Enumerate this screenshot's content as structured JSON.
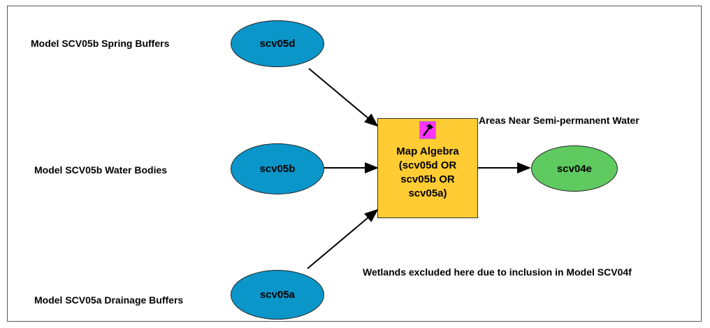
{
  "colors": {
    "input": "#0b96c9",
    "output": "#5fca5f",
    "tool": "#ffcc33",
    "tool_icon": "#ff33ff"
  },
  "inputs": [
    {
      "label": "Model SCV05b Spring Buffers",
      "node": "scv05d"
    },
    {
      "label": "Model SCV05b Water Bodies",
      "node": "scv05b"
    },
    {
      "label": "Model SCV05a Drainage Buffers",
      "node": "scv05a"
    }
  ],
  "tool": {
    "icon": "hammer-icon",
    "lines": [
      "Map Algebra",
      "(scv05d OR",
      "scv05b OR",
      "scv05a)"
    ]
  },
  "output": {
    "label": "Areas Near Semi-permanent Water",
    "node": "scv04e"
  },
  "note": "Wetlands excluded here due to inclusion in Model SCV04f"
}
